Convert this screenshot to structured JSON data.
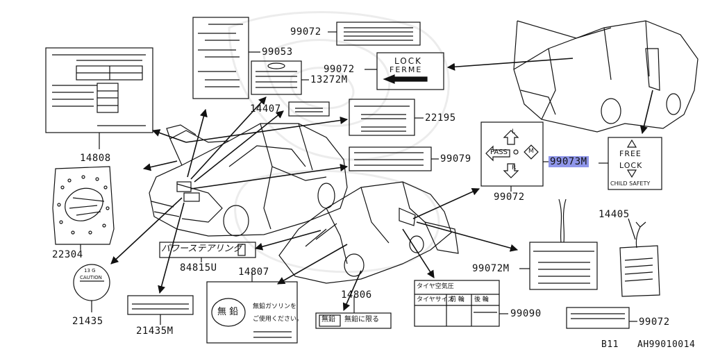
{
  "parts": {
    "p99072_top": "99072",
    "p99053": "99053",
    "p13272m": "13272M",
    "p14407": "14407",
    "p22195": "22195",
    "p99079": "99079",
    "p14808": "14808",
    "p22304": "22304",
    "p84815u": "84815U",
    "p14807": "14807",
    "p21435": "21435",
    "p21435m": "21435M",
    "p14806": "14806",
    "p99090": "99090",
    "p99072_lock": "99072",
    "p99073m": "99073M",
    "p99072_switch": "99072",
    "p14405": "14405",
    "p99072m": "99072M",
    "p99072_br": "99072"
  },
  "labels": {
    "lock_line1": "LOCK",
    "lock_line2": "FERME",
    "free": "FREE",
    "lock": "LOCK",
    "child_safety": "CHILD SAFETY",
    "pass": "PASS",
    "switch_o": "O",
    "switch_m": "M",
    "switch_l": "L",
    "switch_r": "R",
    "power_steering": "パワーステアリング",
    "unleaded_kanji": "無 鉛",
    "unleaded_note1": "無鉛ガソリンを",
    "unleaded_note2": "ご使用ください。",
    "unleaded_small": "無鉛",
    "unleaded_small_note": "無鉛に限る",
    "tire_header": "タイヤ空気圧",
    "tire_size": "タイヤサイズ",
    "front": "前 輪",
    "rear": "後 輪",
    "caution_top": "13 G",
    "caution": "CAUTION"
  },
  "footer": {
    "model": "B11",
    "drawing_no": "AH99010014"
  },
  "colors": {
    "line": "#111111",
    "highlight": "#8f96ea"
  }
}
